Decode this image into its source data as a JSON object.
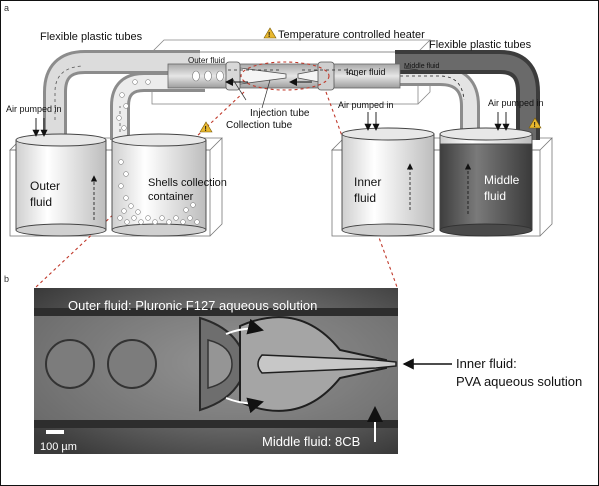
{
  "panel_a": {
    "letter": "a",
    "labels": {
      "flexible_tubes_left": "Flexible plastic tubes",
      "flexible_tubes_right": "Flexible plastic tubes",
      "heater": "Temperature controlled heater",
      "outer_fluid_tube": "Outer fluid",
      "inner_fluid_tube": "Inner fluid",
      "middle_fluid_tube": "Middle fluid",
      "injection_tube": "Injection tube",
      "collection_tube": "Collection tube",
      "air_1": "Air pumped in",
      "air_2": "Air pumped in",
      "air_3": "Air pumped in"
    },
    "containers": {
      "outer_line1": "Outer",
      "outer_line2": "fluid",
      "shells_line1": "Shells collection",
      "shells_line2": "container",
      "inner_line1": "Inner",
      "inner_line2": "fluid",
      "middle_line1": "Middle",
      "middle_line2": "fluid"
    }
  },
  "panel_b": {
    "letter": "b",
    "outer_fluid": "Outer fluid: Pluronic F127 aqueous solution",
    "inner_fluid_line1": "Inner fluid:",
    "inner_fluid_line2": "PVA aqueous solution",
    "middle_fluid": "Middle fluid: 8CB",
    "scale_bar": "100 µm"
  },
  "colors": {
    "middle_fluid": "#5a5a5a",
    "connector_lines": "#c0392b",
    "warning_triangle": "#e8b830"
  }
}
